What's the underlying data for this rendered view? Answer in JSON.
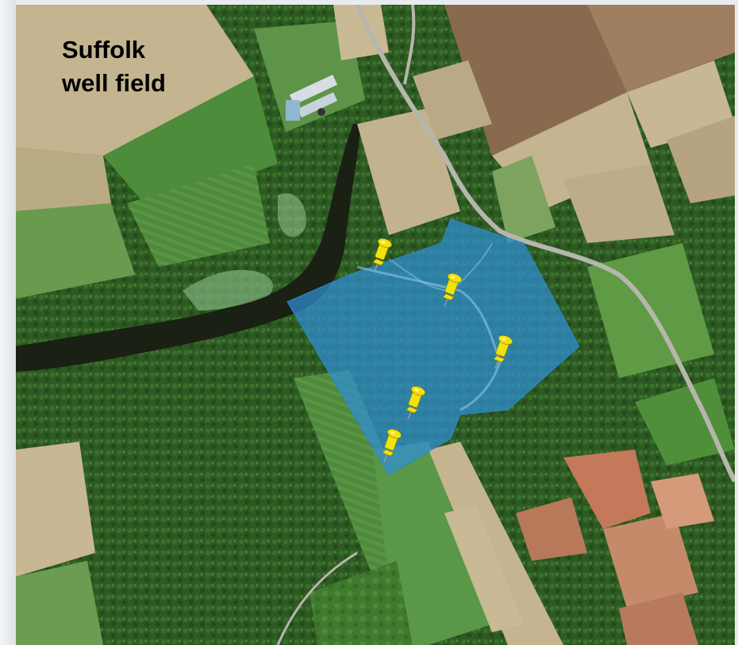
{
  "map": {
    "title_line1": "Suffolk",
    "title_line2": "well field",
    "well_field_fill": "#2f8fd6",
    "pin_color": "#f2e20c",
    "pin_icon": "pushpin-icon",
    "pin_count": 5
  }
}
